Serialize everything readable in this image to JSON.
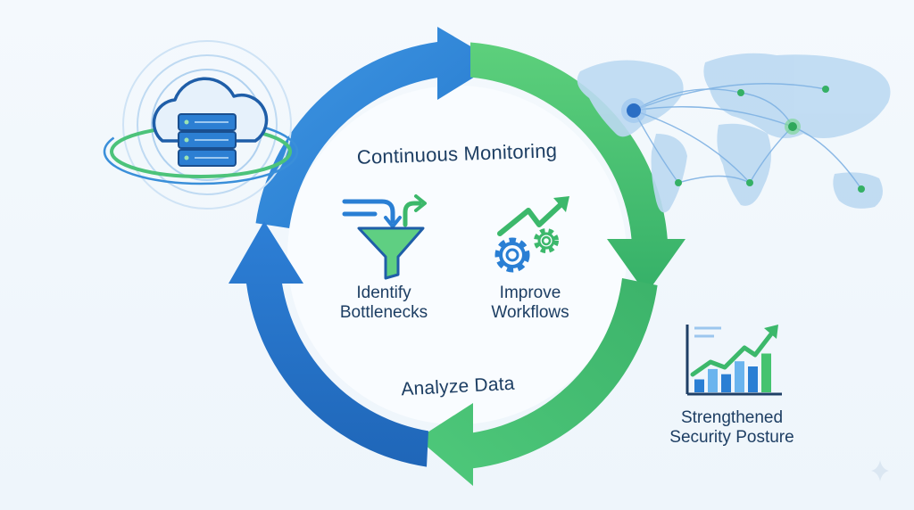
{
  "cycle": {
    "top_label": "Continuous Monitoring",
    "bottom_label": "Analyze Data",
    "steps": [
      {
        "label_line1": "Identify",
        "label_line2": "Bottlenecks",
        "icon": "funnel-icon"
      },
      {
        "label_line1": "Improve",
        "label_line2": "Workflows",
        "icon": "gears-trend-icon"
      }
    ]
  },
  "outcome": {
    "label_line1": "Strengthened",
    "label_line2": "Security Posture",
    "icon": "rising-bar-chart-icon",
    "bar_levels": [
      0.25,
      0.45,
      0.35,
      0.6,
      0.5,
      0.75
    ]
  },
  "decor": {
    "left_icon": "cloud-server-icon",
    "right_icon": "world-network-map-icon"
  },
  "colors": {
    "blue": "#2a7fd4",
    "green": "#45c36f",
    "text": "#1d3e63",
    "light_blue": "#bcd9f2"
  }
}
